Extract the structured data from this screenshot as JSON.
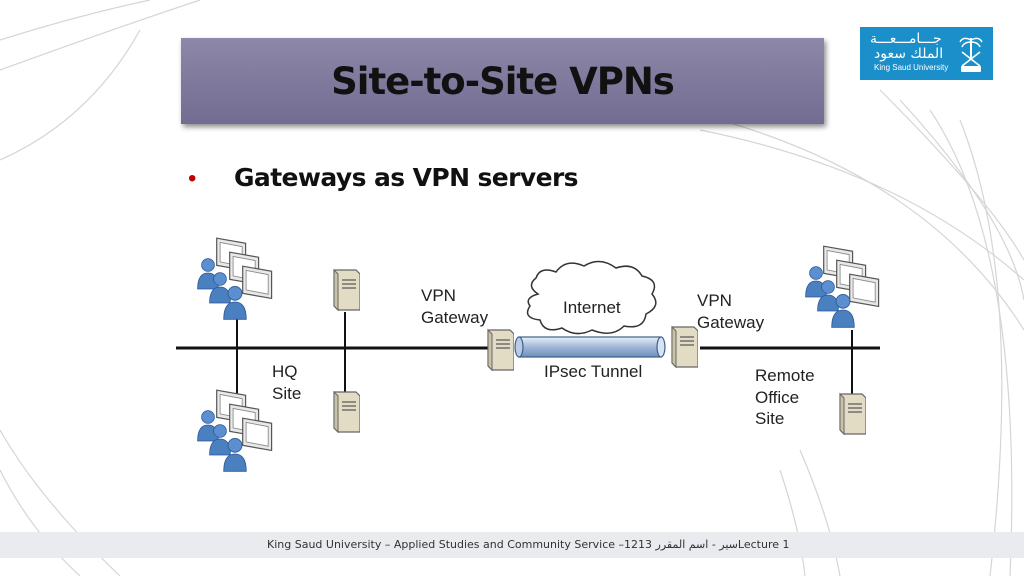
{
  "slide": {
    "title": "Site-to-Site VPNs",
    "bullet": "Gateways as VPN servers"
  },
  "logo": {
    "arabic_line1": "جـــامـــعـــة",
    "arabic_line2": "الملك سعود",
    "english": "King Saud University"
  },
  "diagram": {
    "hq_label_1": "HQ",
    "hq_label_2": "Site",
    "vpn_gateway_left_1": "VPN",
    "vpn_gateway_left_2": "Gateway",
    "internet_label": "Internet",
    "tunnel_label": "IPsec Tunnel",
    "vpn_gateway_right_1": "VPN",
    "vpn_gateway_right_2": "Gateway",
    "remote_label_1": "Remote",
    "remote_label_2": "Office",
    "remote_label_3": "Site"
  },
  "footer": {
    "text": "King Saud University – Applied Studies and Community Service –1213 سير - اسم المقررLecture 1"
  },
  "colors": {
    "title_bg": "#7d7899",
    "bullet": "#c00000",
    "logo_bg": "#1b8fc9",
    "user": "#4a7fc0"
  }
}
